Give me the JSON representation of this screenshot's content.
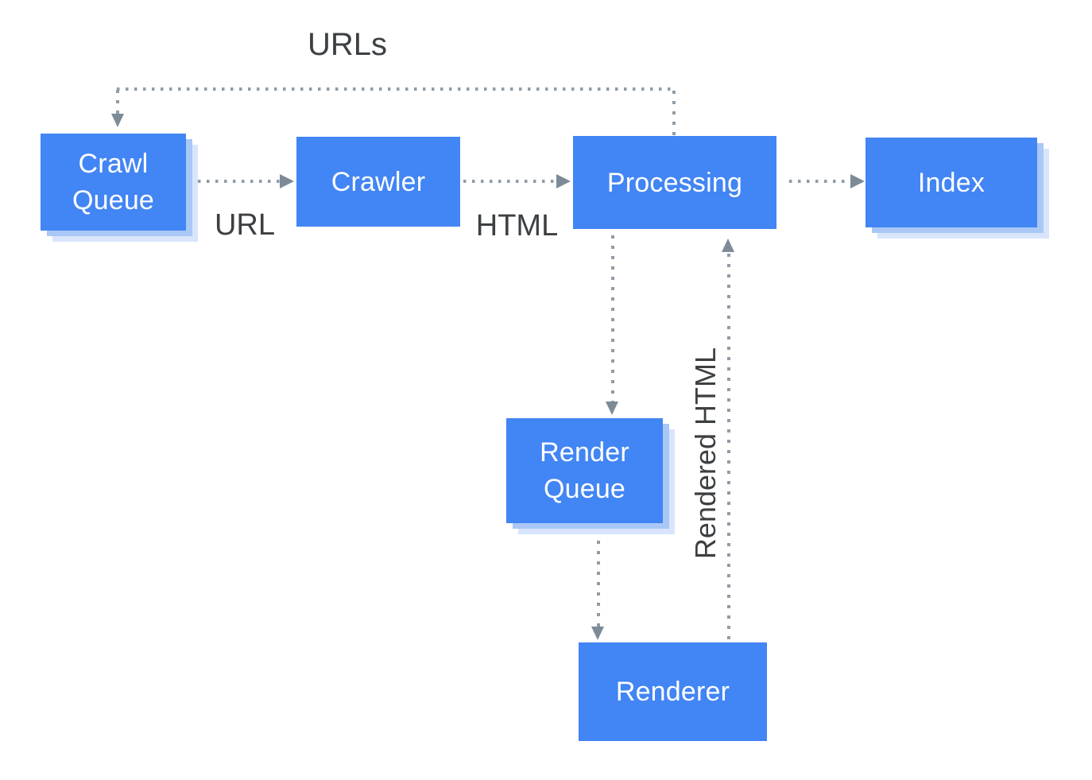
{
  "colors": {
    "box_blue": "#4285f4",
    "shadow_inner": "#aac8f5",
    "shadow_outer": "#d8e5fc",
    "dot_gray": "#8f9ca7",
    "arrow_gray": "#7c8b97",
    "label_text": "#3c4043",
    "box_text": "#ffffff",
    "background": "#ffffff"
  },
  "nodes": {
    "crawl_queue": {
      "label": "Crawl Queue",
      "line1": "Crawl",
      "line2": "Queue"
    },
    "crawler": {
      "label": "Crawler"
    },
    "processing": {
      "label": "Processing"
    },
    "index": {
      "label": "Index"
    },
    "render_queue": {
      "label": "Render Queue",
      "line1": "Render",
      "line2": "Queue"
    },
    "renderer": {
      "label": "Renderer"
    }
  },
  "edges": [
    {
      "from": "Processing",
      "to": "Crawl Queue",
      "label": "URLs",
      "style": "dotted"
    },
    {
      "from": "Crawl Queue",
      "to": "Crawler",
      "label": "URL",
      "style": "dotted"
    },
    {
      "from": "Crawler",
      "to": "Processing",
      "label": "HTML",
      "style": "dotted"
    },
    {
      "from": "Processing",
      "to": "Index",
      "label": "",
      "style": "dotted"
    },
    {
      "from": "Processing",
      "to": "Render Queue",
      "label": "",
      "style": "dotted"
    },
    {
      "from": "Render Queue",
      "to": "Renderer",
      "label": "",
      "style": "dotted"
    },
    {
      "from": "Renderer",
      "to": "Processing",
      "label": "Rendered HTML",
      "style": "dotted"
    }
  ]
}
